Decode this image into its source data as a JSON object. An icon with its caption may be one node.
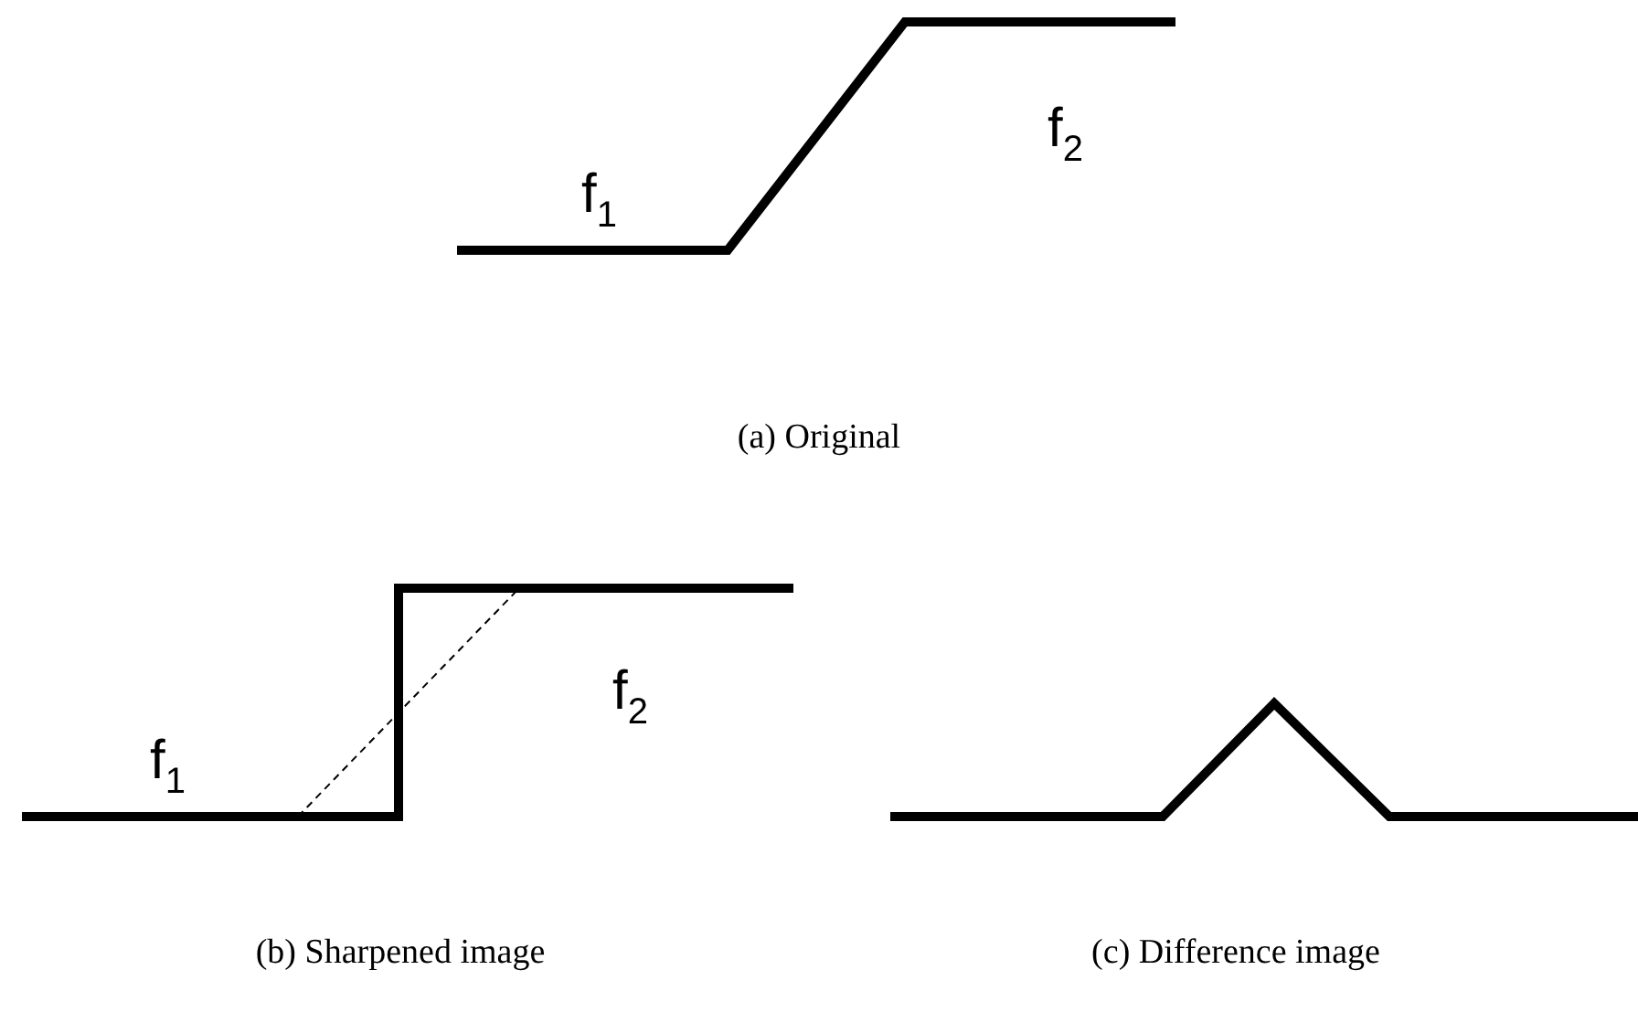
{
  "diagram": {
    "labels": [
      "f$_{1}$",
      "f$_{2}$",
      "(a) Original",
      "f$_{1}$",
      "f$_{2}$",
      "(b) Sharpened image",
      "(c) Difference image"
    ]
  }
}
